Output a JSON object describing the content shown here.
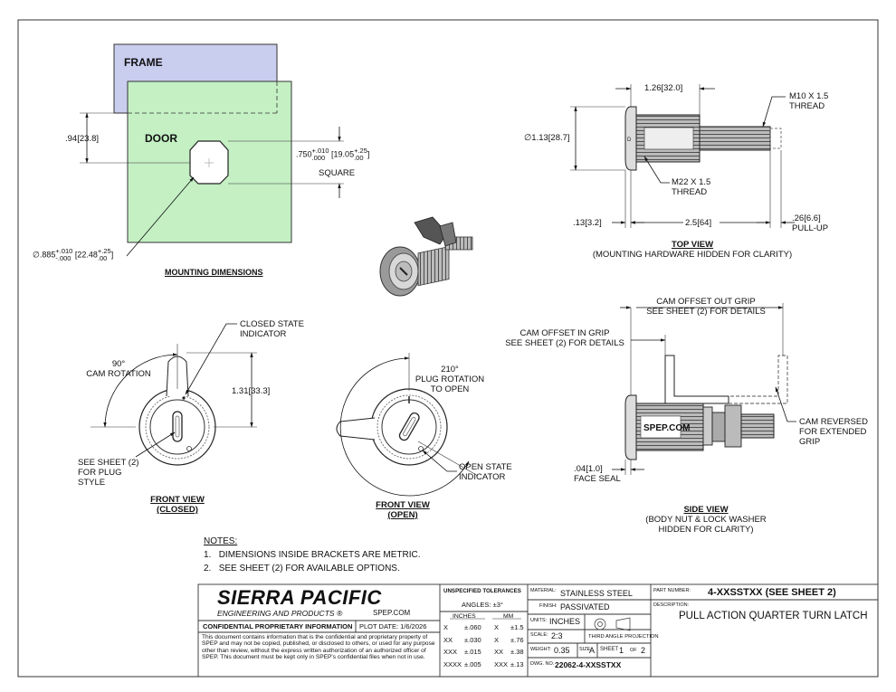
{
  "mounting": {
    "frame_label": "FRAME",
    "door_label": "DOOR",
    "dim_94": ".94",
    "dim_94_mm": "23.8",
    "dim_750": ".750",
    "dim_750_tol_plus": "+.010",
    "dim_750_tol_minus": ".000",
    "dim_750_mm": "19.05",
    "dim_750_mm_tol_plus": "+.25",
    "dim_750_mm_tol_minus": ".00",
    "square_label": "SQUARE",
    "dia_885_symbol": "∅",
    "dia_885": ".885",
    "dia_885_tol_plus": "+.010",
    "dia_885_tol_minus": "-.000",
    "dia_885_mm": "22.48",
    "dia_885_mm_tol_plus": "+.25",
    "dia_885_mm_tol_minus": ".00",
    "title": "MOUNTING DIMENSIONS"
  },
  "top_view": {
    "dim_126": "1.26",
    "dim_126_mm": "32.0",
    "m10_line1": "M10 X 1.5",
    "m10_line2": "THREAD",
    "dia_113_symbol": "∅",
    "dia_113": "1.13",
    "dia_113_mm": "28.7",
    "m22_line1": "M22 X 1.5",
    "m22_line2": "THREAD",
    "dim_13": ".13",
    "dim_13_mm": "3.2",
    "dim_25": "2.5",
    "dim_25_mm": "64",
    "dim_26": ".26",
    "dim_26_mm": "6.6",
    "pullup": "PULL-UP",
    "title": "TOP VIEW",
    "subtitle": "(MOUNTING HARDWARE HIDDEN FOR CLARITY)",
    "plug_mark": "D"
  },
  "front_closed": {
    "closed_ind_line1": "CLOSED STATE",
    "closed_ind_line2": "INDICATOR",
    "rot_line1": "90°",
    "rot_line2": "CAM ROTATION",
    "dim_131": "1.31",
    "dim_131_mm": "33.3",
    "see_line1": "SEE SHEET (2)",
    "see_line2": "FOR PLUG",
    "see_line3": "STYLE",
    "title_line1": "FRONT VIEW",
    "title_line2": "(CLOSED)"
  },
  "front_open": {
    "rot_line1": "210°",
    "rot_line2": "PLUG ROTATION",
    "rot_line3": "TO OPEN",
    "open_ind_line1": "OPEN STATE",
    "open_ind_line2": "INDICATOR",
    "title_line1": "FRONT VIEW",
    "title_line2": "(OPEN)"
  },
  "side_view": {
    "out_grip_line1": "CAM OFFSET OUT GRIP",
    "out_grip_line2": "SEE SHEET (2) FOR DETAILS",
    "in_grip_line1": "CAM OFFSET IN GRIP",
    "in_grip_line2": "SEE SHEET (2) FOR DETAILS",
    "rev_line1": "CAM REVERSED",
    "rev_line2": "FOR EXTENDED",
    "rev_line3": "GRIP",
    "brand": "SPEP.COM",
    "dim_04": ".04",
    "dim_04_mm": "1.0",
    "face_seal": "FACE SEAL",
    "title_line1": "SIDE VIEW",
    "title_line2": "(BODY NUT & LOCK WASHER",
    "title_line3": "HIDDEN FOR CLARITY)"
  },
  "notes": {
    "heading": "NOTES:",
    "items": [
      "DIMENSIONS INSIDE BRACKETS ARE METRIC.",
      "SEE SHEET (2) FOR AVAILABLE OPTIONS."
    ]
  },
  "title_block": {
    "company": "SIERRA PACIFIC",
    "company_sub": "ENGINEERING AND PRODUCTS",
    "reg_mark": "®",
    "website": "SPEP.COM",
    "confidential": "CONFIDENTIAL PROPRIETARY INFORMATION",
    "plot_date_label": "PLOT DATE:",
    "plot_date": "1/6/2026",
    "legal": "This document contains information that is the confidential and proprietary property of SPEP and may not be copied, published, or disclosed to others, or used for any purpose  other than review, without the express written authorization of an authorized officer of SPEP. This document must be kept only in SPEP's confidential files when not in use.",
    "tol_heading": "UNSPECIFIED TOLERANCES",
    "angles": "ANGLES: ±3°",
    "inches_col": "INCHES",
    "mm_col": "MM",
    "tol_rows": [
      {
        "in_place": "X",
        "in_tol": "±.060",
        "mm_place": "X",
        "mm_tol": "±1.5"
      },
      {
        "in_place": "XX",
        "in_tol": "±.030",
        "mm_place": "X",
        "mm_tol": "±.76"
      },
      {
        "in_place": "XXX",
        "in_tol": "±.015",
        "mm_place": "XX",
        "mm_tol": "±.38"
      },
      {
        "in_place": "XXXX",
        "in_tol": "±.005",
        "mm_place": "XXX",
        "mm_tol": "±.13"
      }
    ],
    "material_label": "MATERIAL:",
    "material": "STAINLESS STEEL",
    "finish_label": "FINISH:",
    "finish": "PASSIVATED",
    "units_label": "UNITS:",
    "units": "INCHES",
    "scale_label": "SCALE:",
    "scale": "2:3",
    "projection": "THIRD ANGLE PROJECTION",
    "weight_label": "WEIGHT:",
    "weight": "0.35",
    "size_label": "SIZE:",
    "size": "A",
    "sheet_label": "SHEET",
    "sheet": "1",
    "of_label": "OF",
    "of": "2",
    "dwg_label": "DWG. NO.",
    "dwg": "22062-4-XXSSTXX",
    "part_label": "PART NUMBER:",
    "part": "4-XXSSTXX (SEE SHEET 2)",
    "desc_label": "DESCRIPTION:",
    "desc": "PULL ACTION QUARTER TURN LATCH"
  },
  "colors": {
    "frame_fill": "#c9cdee",
    "door_fill": "#c4f0c4"
  }
}
